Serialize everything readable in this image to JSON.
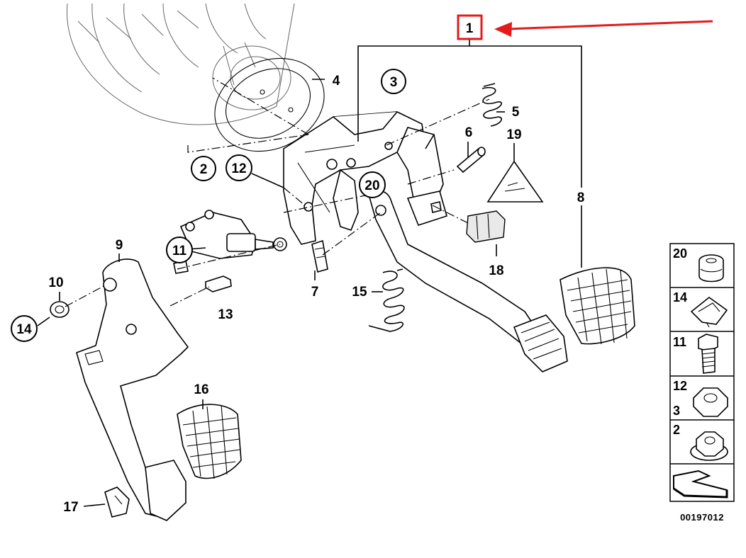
{
  "diagram": {
    "reference_code": "00197012",
    "highlight_color": "#e31b1b",
    "callouts": {
      "c1": "1",
      "c2": "2",
      "c3": "3",
      "c4": "4",
      "c5": "5",
      "c6": "6",
      "c7": "7",
      "c8": "8",
      "c9": "9",
      "c10": "10",
      "c11": "11",
      "c12": "12",
      "c13": "13",
      "c14": "14",
      "c15": "15",
      "c16": "16",
      "c17": "17",
      "c18": "18",
      "c19": "19",
      "c20": "20"
    },
    "legend": {
      "l20": "20",
      "l14": "14",
      "l11": "11",
      "l12": "12",
      "l3": "3",
      "l2": "2"
    }
  }
}
